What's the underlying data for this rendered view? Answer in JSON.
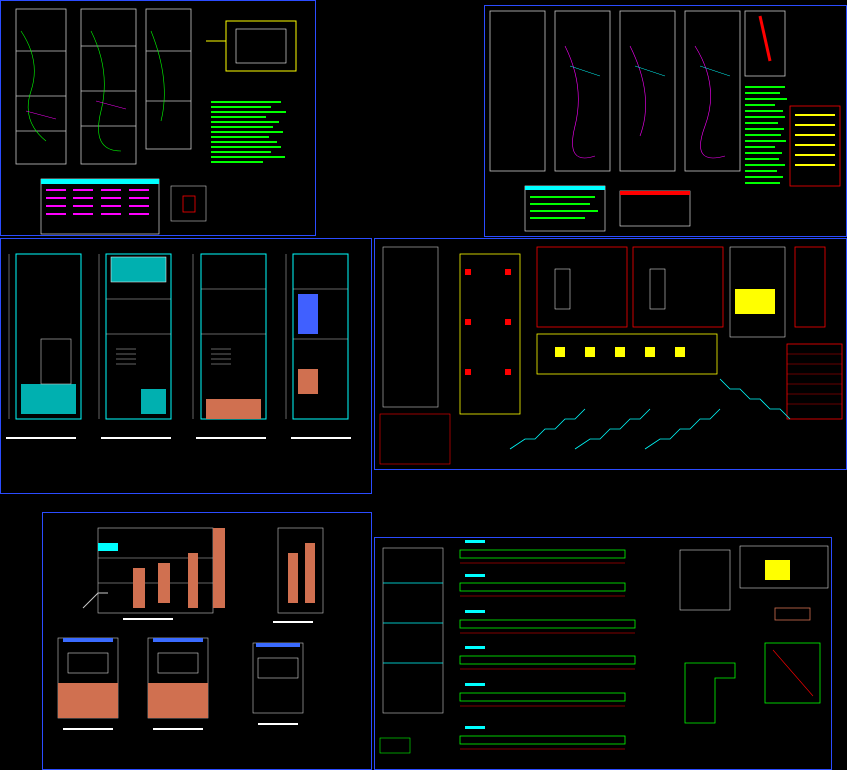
{
  "canvas": {
    "background": "#000000"
  },
  "colors": {
    "sheet_border": "#2b4cff",
    "wall": "#c8c8c8",
    "green_text": "#00ff00",
    "yellow": "#ffff00",
    "red": "#ff0000",
    "cyan": "#00ffff",
    "magenta": "#ff00ff",
    "blue_line": "#3a6bff",
    "brick": "#d07050",
    "white": "#ffffff"
  },
  "sheets": [
    {
      "id": "electrical-plans-1",
      "content": "electrical-plan"
    },
    {
      "id": "electrical-plans-2",
      "content": "electrical-plan"
    },
    {
      "id": "architecture-plans",
      "content": "floor-plan"
    },
    {
      "id": "structural-details",
      "content": "structural"
    },
    {
      "id": "sections-elevations",
      "content": "elevation"
    },
    {
      "id": "beam-details",
      "content": "beams"
    }
  ],
  "text": {}
}
